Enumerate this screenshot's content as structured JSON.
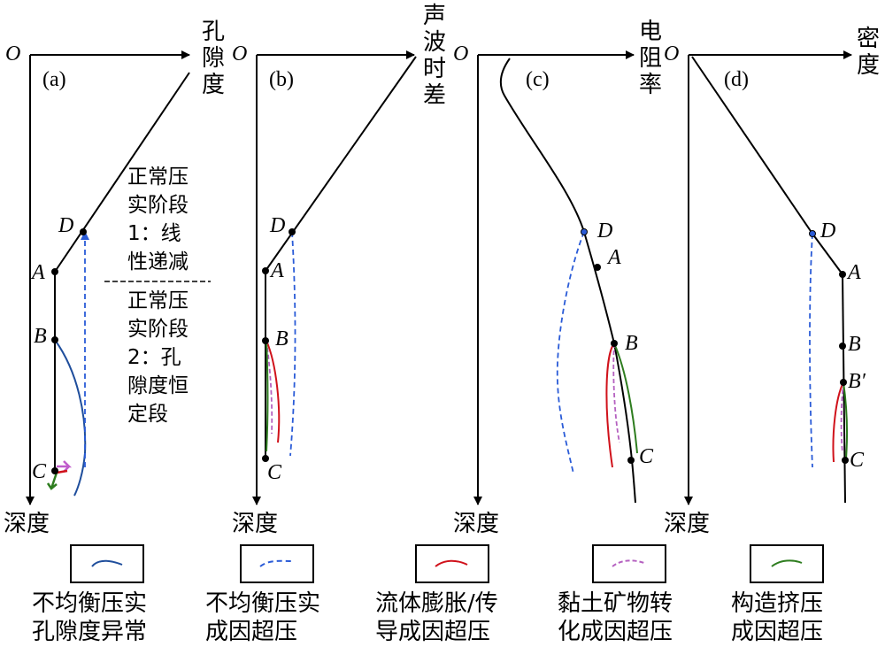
{
  "panels": {
    "a": {
      "origin": "O",
      "tag": "(a)",
      "axis_title": [
        "孔",
        "隙",
        "度"
      ],
      "depth_label": "深度",
      "points": [
        "D",
        "A",
        "B",
        "C"
      ],
      "annotation_1": [
        "正常压",
        "实阶段",
        "1：线",
        "性递减"
      ],
      "annotation_2": [
        "正常压",
        "实阶段",
        "2：孔",
        "隙度恒",
        "定段"
      ]
    },
    "b": {
      "origin": "O",
      "tag": "(b)",
      "axis_title": [
        "声",
        "波",
        "时",
        "差"
      ],
      "depth_label": "深度",
      "points": [
        "D",
        "A",
        "B",
        "C"
      ]
    },
    "c": {
      "origin": "O",
      "tag": "(c)",
      "axis_title": [
        "电",
        "阻",
        "率"
      ],
      "depth_label": "深度",
      "points": [
        "D",
        "A",
        "B",
        "C"
      ]
    },
    "d": {
      "origin": "O",
      "tag": "(d)",
      "axis_title": [
        "密",
        "度"
      ],
      "depth_label": "深度",
      "points": [
        "D",
        "A",
        "B",
        "B′",
        "C"
      ]
    }
  },
  "legend": [
    {
      "lines": [
        "不均衡压实",
        "孔隙度异常"
      ],
      "color": "#1f4e9c",
      "style": "solid"
    },
    {
      "lines": [
        "不均衡压实",
        "成因超压"
      ],
      "color": "#2a5bd7",
      "style": "dashed"
    },
    {
      "lines": [
        "流体膨胀/传",
        "导成因超压"
      ],
      "color": "#d0121b",
      "style": "solid"
    },
    {
      "lines": [
        "黏土矿物转",
        "化成因超压"
      ],
      "color": "#b561c0",
      "style": "dashed"
    },
    {
      "lines": [
        "构造挤压",
        "成因超压"
      ],
      "color": "#2e7d1f",
      "style": "solid"
    }
  ]
}
